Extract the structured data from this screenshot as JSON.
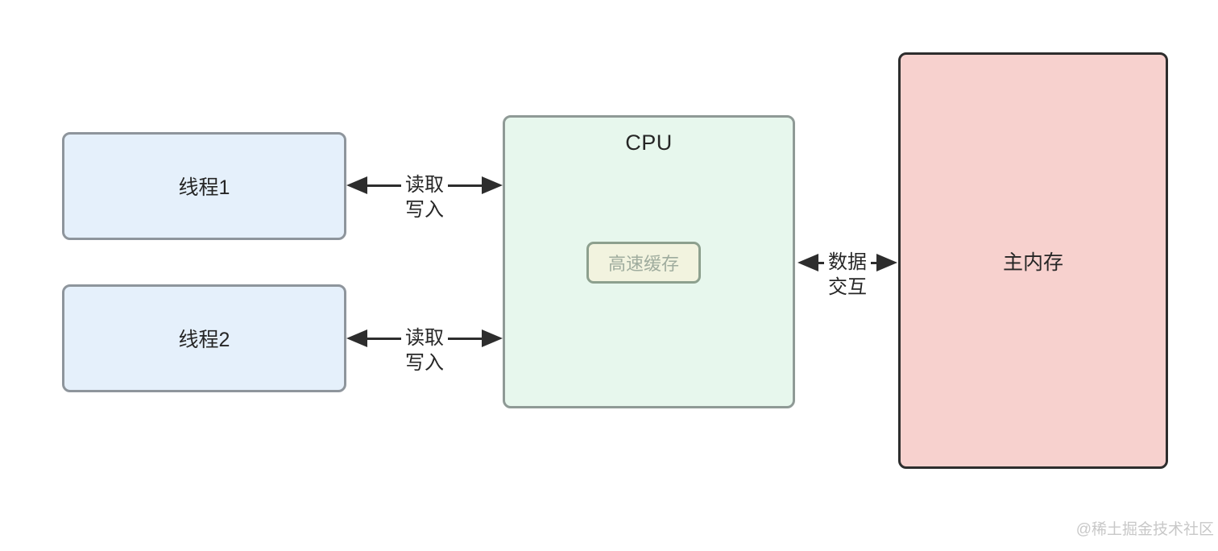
{
  "diagram": {
    "title": "CPU cache / main memory interaction diagram",
    "nodes": {
      "thread1": {
        "label": "线程1"
      },
      "thread2": {
        "label": "线程2"
      },
      "cpu": {
        "label": "CPU"
      },
      "cache": {
        "label": "高速缓存"
      },
      "memory": {
        "label": "主内存"
      }
    },
    "edges": {
      "thread1_cpu": {
        "label_top": "读取",
        "label_bottom": "写入",
        "direction": "bidirectional"
      },
      "thread2_cpu": {
        "label_top": "读取",
        "label_bottom": "写入",
        "direction": "bidirectional"
      },
      "cpu_memory": {
        "label_top": "数据",
        "label_bottom": "交互",
        "direction": "bidirectional"
      }
    },
    "watermark": "@稀土掘金技术社区"
  },
  "colors": {
    "thread-fill": "#e5f0fb",
    "thread-border": "#8e959c",
    "cpu-fill": "#e7f7ed",
    "cpu-border": "#8f9a96",
    "cache-fill": "#f2f3df",
    "cache-border": "#8da08e",
    "cache-text": "#9fac9e",
    "memory-fill": "#f7d1ce",
    "memory-border": "#2d2d2d",
    "arrow": "#2d2d2d",
    "text": "#262626",
    "watermark": "#c8c8c8",
    "background": "#ffffff"
  }
}
